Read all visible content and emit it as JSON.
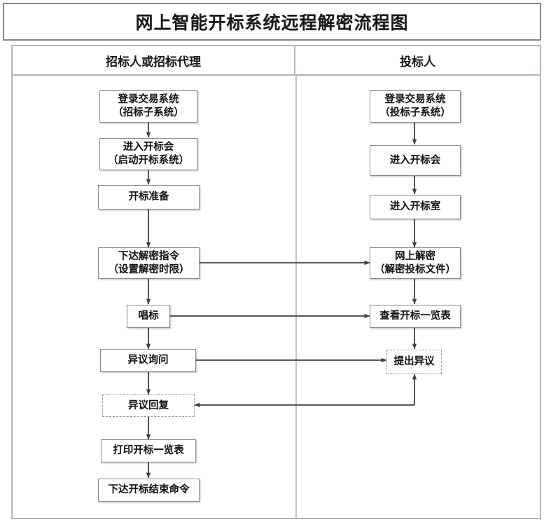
{
  "title": "网上智能开标系统远程解密流程图",
  "lanes": [
    {
      "id": "lane-left",
      "label": "招标人或招标代理"
    },
    {
      "id": "lane-right",
      "label": "投标人"
    }
  ],
  "colors": {
    "title_border": "#7b8a8e",
    "lane_border": "#a7bcb4",
    "node_border": "#8a8a8a",
    "node_dashed_border": "#9b9b9b",
    "connector": "#404040",
    "background": "#ffffff",
    "text": "#141414"
  },
  "chart_data": {
    "type": "diagram",
    "title": "网上智能开标系统远程解密流程图",
    "lanes": [
      "招标人或招标代理",
      "投标人"
    ],
    "nodes": [
      {
        "id": "l1",
        "lane": "招标人或招标代理",
        "lines": [
          "登录交易系统",
          "（招标子系统）"
        ],
        "style": "solid"
      },
      {
        "id": "l2",
        "lane": "招标人或招标代理",
        "lines": [
          "进入开标会",
          "（启动开标系统）"
        ],
        "style": "solid"
      },
      {
        "id": "l3",
        "lane": "招标人或招标代理",
        "lines": [
          "开标准备"
        ],
        "style": "solid"
      },
      {
        "id": "l4",
        "lane": "招标人或招标代理",
        "lines": [
          "下达解密指令",
          "（设置解密时限）"
        ],
        "style": "solid"
      },
      {
        "id": "l5",
        "lane": "招标人或招标代理",
        "lines": [
          "唱标"
        ],
        "style": "solid"
      },
      {
        "id": "l6",
        "lane": "招标人或招标代理",
        "lines": [
          "异议询问"
        ],
        "style": "solid"
      },
      {
        "id": "l7",
        "lane": "招标人或招标代理",
        "lines": [
          "异议回复"
        ],
        "style": "dashed"
      },
      {
        "id": "l8",
        "lane": "招标人或招标代理",
        "lines": [
          "打印开标一览表"
        ],
        "style": "solid"
      },
      {
        "id": "l9",
        "lane": "招标人或招标代理",
        "lines": [
          "下达开标结束命令"
        ],
        "style": "solid"
      },
      {
        "id": "r1",
        "lane": "投标人",
        "lines": [
          "登录交易系统",
          "（投标子系统）"
        ],
        "style": "solid"
      },
      {
        "id": "r2",
        "lane": "投标人",
        "lines": [
          "进入开标会"
        ],
        "style": "solid"
      },
      {
        "id": "r3",
        "lane": "投标人",
        "lines": [
          "进入开标室"
        ],
        "style": "solid"
      },
      {
        "id": "r4",
        "lane": "投标人",
        "lines": [
          "网上解密",
          "（解密投标文件）"
        ],
        "style": "solid"
      },
      {
        "id": "r5",
        "lane": "投标人",
        "lines": [
          "查看开标一览表"
        ],
        "style": "solid"
      },
      {
        "id": "r6",
        "lane": "投标人",
        "lines": [
          "提出异议"
        ],
        "style": "dashed"
      }
    ],
    "edges": [
      {
        "from": "l1",
        "to": "l2",
        "kind": "vertical"
      },
      {
        "from": "l2",
        "to": "l3",
        "kind": "vertical"
      },
      {
        "from": "l3",
        "to": "l4",
        "kind": "vertical"
      },
      {
        "from": "l4",
        "to": "l5",
        "kind": "vertical"
      },
      {
        "from": "l5",
        "to": "l6",
        "kind": "vertical"
      },
      {
        "from": "l6",
        "to": "l7",
        "kind": "vertical"
      },
      {
        "from": "l7",
        "to": "l8",
        "kind": "vertical"
      },
      {
        "from": "l8",
        "to": "l9",
        "kind": "vertical"
      },
      {
        "from": "r1",
        "to": "r2",
        "kind": "vertical"
      },
      {
        "from": "r2",
        "to": "r3",
        "kind": "vertical"
      },
      {
        "from": "r3",
        "to": "r4",
        "kind": "vertical"
      },
      {
        "from": "r4",
        "to": "r5",
        "kind": "vertical"
      },
      {
        "from": "r5",
        "to": "r6",
        "kind": "vertical"
      },
      {
        "from": "l4",
        "to": "r4",
        "kind": "cross-right"
      },
      {
        "from": "l5",
        "to": "r5",
        "kind": "cross-right"
      },
      {
        "from": "l6",
        "to": "r6",
        "kind": "cross-right"
      },
      {
        "from": "r6",
        "to": "l7",
        "kind": "cross-left-elbow"
      }
    ]
  }
}
